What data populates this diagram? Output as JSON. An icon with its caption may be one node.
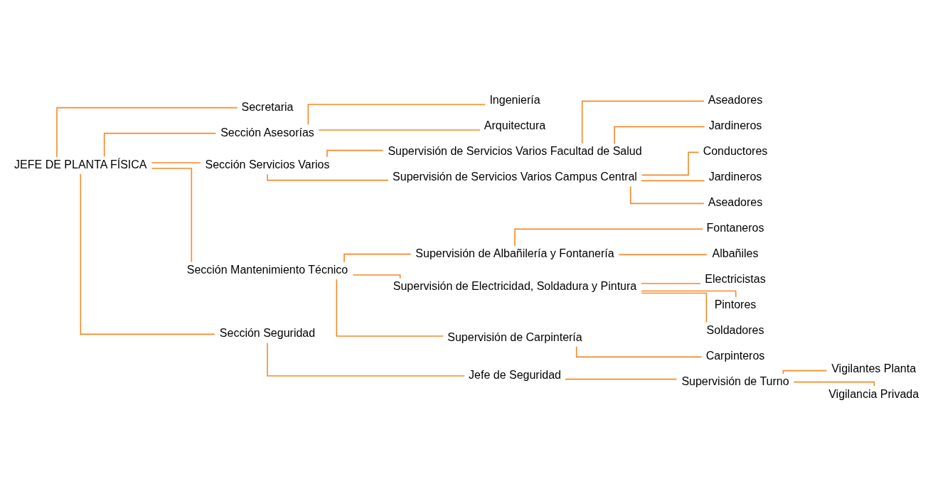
{
  "diagram": {
    "nodes": [
      {
        "text": [
          "JEFE DE PLANTA FÍSICA"
        ]
      },
      {
        "text": [
          "Secretaria"
        ]
      },
      {
        "text": [
          "Sección Asesorías"
        ]
      },
      {
        "text": [
          "Ingeniería"
        ]
      },
      {
        "text": [
          "Arquitectura"
        ]
      },
      {
        "text": [
          "Sección Servicios Varios"
        ]
      },
      {
        "text": [
          "Supervisión de Servicios Varios Facultad de Salud"
        ]
      },
      {
        "text": [
          "Aseadores"
        ]
      },
      {
        "text": [
          "Jardineros"
        ]
      },
      {
        "text": [
          "Supervisión de Servicios Varios Campus Central"
        ]
      },
      {
        "text": [
          "Conductores"
        ]
      },
      {
        "text": [
          "Jardineros"
        ]
      },
      {
        "text": [
          "Aseadores"
        ]
      },
      {
        "text": [
          "Sección Mantenimiento Técnico"
        ]
      },
      {
        "text": [
          "Supervisión de Albañilería y Fontanería"
        ]
      },
      {
        "text": [
          "Fontaneros"
        ]
      },
      {
        "text": [
          "Albañiles"
        ]
      },
      {
        "text": [
          "Supervisión de Electricidad, Soldadura y Pintura"
        ]
      },
      {
        "text": [
          "Electricistas"
        ]
      },
      {
        "text": [
          "Pintores"
        ]
      },
      {
        "text": [
          "Soldadores"
        ]
      },
      {
        "text": [
          "Supervisión de Carpintería"
        ]
      },
      {
        "text": [
          "Carpinteros"
        ]
      },
      {
        "text": [
          "Sección Seguridad"
        ]
      },
      {
        "text": [
          "Jefe de Seguridad"
        ]
      },
      {
        "text": [
          "Supervisión de Turno"
        ]
      },
      {
        "text": [
          "Vigilantes Planta"
        ]
      },
      {
        "text": [
          "Vigilancia Privada"
        ]
      }
    ],
    "edges": [
      {
        "from": 0,
        "to": 1,
        "arrow": "none"
      },
      {
        "from": 0,
        "to": 2,
        "arrow": "none"
      },
      {
        "from": 2,
        "to": 3,
        "arrow": "none"
      },
      {
        "from": 2,
        "to": 4,
        "arrow": "none"
      },
      {
        "from": 0,
        "to": 5,
        "arrow": "none"
      },
      {
        "from": 5,
        "to": 6,
        "arrow": "none"
      },
      {
        "from": 6,
        "to": 7,
        "arrow": "none"
      },
      {
        "from": 6,
        "to": 8,
        "arrow": "none"
      },
      {
        "from": 5,
        "to": 9,
        "arrow": "none"
      },
      {
        "from": 9,
        "to": 10,
        "arrow": "none"
      },
      {
        "from": 9,
        "to": 11,
        "arrow": "none"
      },
      {
        "from": 9,
        "to": 12,
        "arrow": "none"
      },
      {
        "from": 0,
        "to": 13,
        "arrow": "none"
      },
      {
        "from": 13,
        "to": 14,
        "arrow": "none"
      },
      {
        "from": 14,
        "to": 15,
        "arrow": "none"
      },
      {
        "from": 14,
        "to": 16,
        "arrow": "none"
      },
      {
        "from": 13,
        "to": 17,
        "arrow": "none"
      },
      {
        "from": 17,
        "to": 18,
        "arrow": "none"
      },
      {
        "from": 17,
        "to": 19,
        "arrow": "none"
      },
      {
        "from": 17,
        "to": 20,
        "arrow": "none"
      },
      {
        "from": 13,
        "to": 21,
        "arrow": "none"
      },
      {
        "from": 21,
        "to": 22,
        "arrow": "none"
      },
      {
        "from": 0,
        "to": 23,
        "arrow": "none"
      },
      {
        "from": 23,
        "to": 24,
        "arrow": "none"
      },
      {
        "from": 24,
        "to": 25,
        "arrow": "none"
      },
      {
        "from": 25,
        "to": 26,
        "arrow": "none"
      },
      {
        "from": 25,
        "to": 27,
        "arrow": "none"
      }
    ]
  }
}
